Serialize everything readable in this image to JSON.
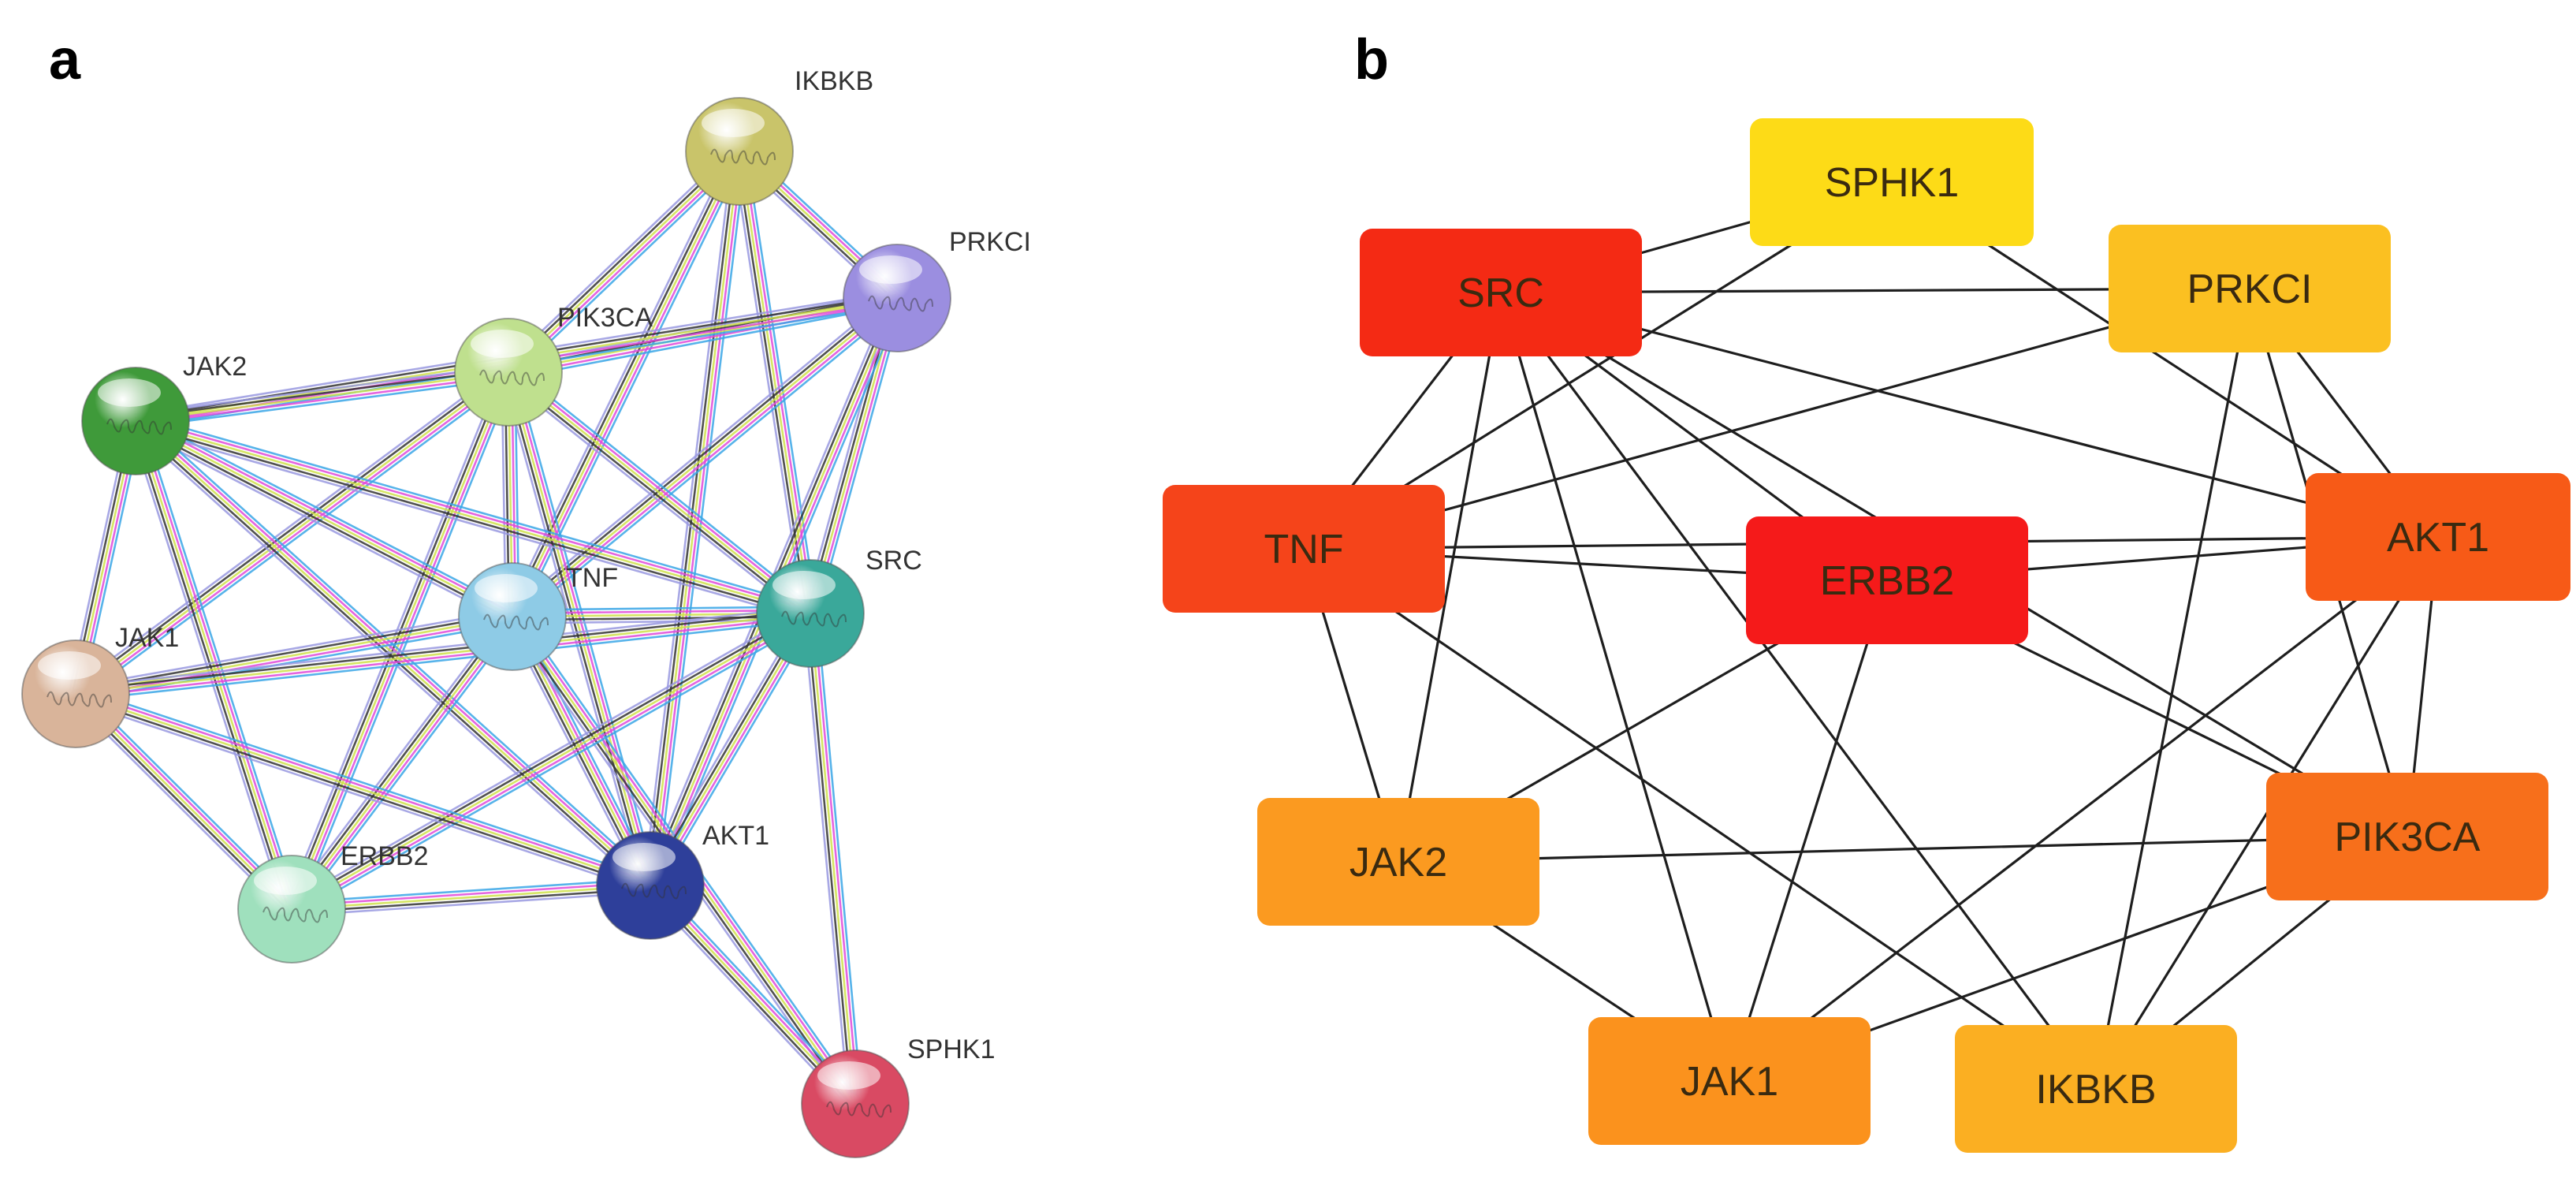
{
  "panels": {
    "a": {
      "letter": "a"
    },
    "b": {
      "letter": "b"
    }
  },
  "network_a": {
    "nodes": [
      {
        "id": "IKBKB",
        "label": "IKBKB",
        "color": "#c9c46a"
      },
      {
        "id": "PRKCI",
        "label": "PRKCI",
        "color": "#9b8ee0"
      },
      {
        "id": "PIK3CA",
        "label": "PIK3CA",
        "color": "#bfe08e"
      },
      {
        "id": "JAK2",
        "label": "JAK2",
        "color": "#3f9a3a"
      },
      {
        "id": "TNF",
        "label": "TNF",
        "color": "#8ecbe6"
      },
      {
        "id": "SRC",
        "label": "SRC",
        "color": "#3aa89a"
      },
      {
        "id": "JAK1",
        "label": "JAK1",
        "color": "#d9b49a"
      },
      {
        "id": "ERBB2",
        "label": "ERBB2",
        "color": "#9fe0bd"
      },
      {
        "id": "AKT1",
        "label": "AKT1",
        "color": "#2e3f9a"
      },
      {
        "id": "SPHK1",
        "label": "SPHK1",
        "color": "#d94a63"
      }
    ],
    "edge_colors": [
      "#3aa6e6",
      "#e04ad9",
      "#cfe04a",
      "#333333",
      "#9999e0"
    ],
    "edges": [
      [
        "IKBKB",
        "PRKCI"
      ],
      [
        "IKBKB",
        "PIK3CA"
      ],
      [
        "IKBKB",
        "SRC"
      ],
      [
        "IKBKB",
        "AKT1"
      ],
      [
        "IKBKB",
        "TNF"
      ],
      [
        "PRKCI",
        "PIK3CA"
      ],
      [
        "PRKCI",
        "SRC"
      ],
      [
        "PRKCI",
        "AKT1"
      ],
      [
        "PRKCI",
        "TNF"
      ],
      [
        "PRKCI",
        "JAK2"
      ],
      [
        "PIK3CA",
        "JAK2"
      ],
      [
        "PIK3CA",
        "TNF"
      ],
      [
        "PIK3CA",
        "SRC"
      ],
      [
        "PIK3CA",
        "AKT1"
      ],
      [
        "PIK3CA",
        "JAK1"
      ],
      [
        "PIK3CA",
        "ERBB2"
      ],
      [
        "JAK2",
        "JAK1"
      ],
      [
        "JAK2",
        "TNF"
      ],
      [
        "JAK2",
        "SRC"
      ],
      [
        "JAK2",
        "ERBB2"
      ],
      [
        "JAK2",
        "AKT1"
      ],
      [
        "TNF",
        "SRC"
      ],
      [
        "TNF",
        "JAK1"
      ],
      [
        "TNF",
        "ERBB2"
      ],
      [
        "TNF",
        "AKT1"
      ],
      [
        "TNF",
        "SPHK1"
      ],
      [
        "SRC",
        "JAK1"
      ],
      [
        "SRC",
        "ERBB2"
      ],
      [
        "SRC",
        "AKT1"
      ],
      [
        "SRC",
        "SPHK1"
      ],
      [
        "JAK1",
        "ERBB2"
      ],
      [
        "JAK1",
        "AKT1"
      ],
      [
        "ERBB2",
        "AKT1"
      ],
      [
        "AKT1",
        "SPHK1"
      ]
    ]
  },
  "network_b": {
    "nodes": [
      {
        "id": "SPHK1",
        "label": "SPHK1",
        "color": "#fddb17"
      },
      {
        "id": "SRC",
        "label": "SRC",
        "color": "#f42a14"
      },
      {
        "id": "PRKCI",
        "label": "PRKCI",
        "color": "#fbc021"
      },
      {
        "id": "TNF",
        "label": "TNF",
        "color": "#f5441a"
      },
      {
        "id": "ERBB2",
        "label": "ERBB2",
        "color": "#f51a1a"
      },
      {
        "id": "AKT1",
        "label": "AKT1",
        "color": "#f75a17"
      },
      {
        "id": "JAK2",
        "label": "JAK2",
        "color": "#fb9a20"
      },
      {
        "id": "PIK3CA",
        "label": "PIK3CA",
        "color": "#f76f1b"
      },
      {
        "id": "JAK1",
        "label": "JAK1",
        "color": "#fb921d"
      },
      {
        "id": "IKBKB",
        "label": "IKBKB",
        "color": "#fbaf22"
      }
    ],
    "edges": [
      [
        "SRC",
        "SPHK1"
      ],
      [
        "SRC",
        "PRKCI"
      ],
      [
        "SRC",
        "TNF"
      ],
      [
        "SRC",
        "ERBB2"
      ],
      [
        "SRC",
        "AKT1"
      ],
      [
        "SRC",
        "JAK2"
      ],
      [
        "SRC",
        "JAK1"
      ],
      [
        "SRC",
        "IKBKB"
      ],
      [
        "SRC",
        "PIK3CA"
      ],
      [
        "SPHK1",
        "TNF"
      ],
      [
        "SPHK1",
        "AKT1"
      ],
      [
        "PRKCI",
        "TNF"
      ],
      [
        "PRKCI",
        "AKT1"
      ],
      [
        "PRKCI",
        "PIK3CA"
      ],
      [
        "PRKCI",
        "IKBKB"
      ],
      [
        "TNF",
        "ERBB2"
      ],
      [
        "TNF",
        "AKT1"
      ],
      [
        "TNF",
        "JAK2"
      ],
      [
        "TNF",
        "IKBKB"
      ],
      [
        "ERBB2",
        "AKT1"
      ],
      [
        "ERBB2",
        "JAK2"
      ],
      [
        "ERBB2",
        "JAK1"
      ],
      [
        "ERBB2",
        "PIK3CA"
      ],
      [
        "AKT1",
        "PIK3CA"
      ],
      [
        "AKT1",
        "JAK1"
      ],
      [
        "AKT1",
        "IKBKB"
      ],
      [
        "JAK2",
        "PIK3CA"
      ],
      [
        "JAK2",
        "JAK1"
      ],
      [
        "PIK3CA",
        "JAK1"
      ],
      [
        "PIK3CA",
        "IKBKB"
      ]
    ]
  }
}
